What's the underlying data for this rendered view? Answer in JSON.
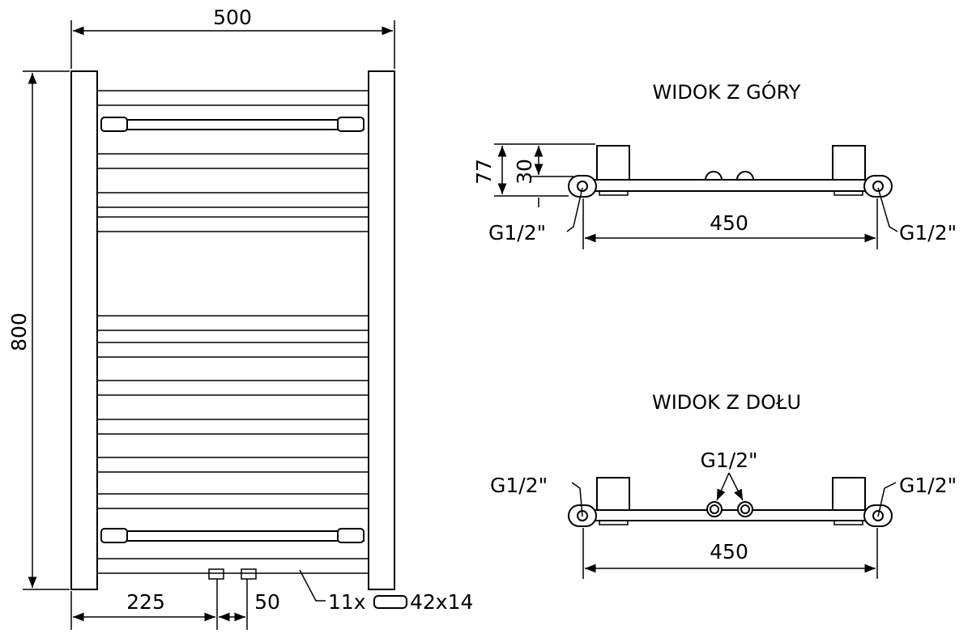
{
  "front_view": {
    "width": "500",
    "height": "800",
    "dim_left": "225",
    "dim_spacing": "50",
    "bar_count": "11x",
    "bar_size": "42x14"
  },
  "top_view": {
    "title": "WIDOK Z GÓRY",
    "depth_total": "77",
    "depth_axis": "30",
    "span": "450",
    "connector_left": "G1/2\"",
    "connector_right": "G1/2\""
  },
  "bottom_view": {
    "title": "WIDOK Z DOŁU",
    "span": "450",
    "connector_left": "G1/2\"",
    "connector_right": "G1/2\"",
    "connector_middle": "G1/2\""
  }
}
